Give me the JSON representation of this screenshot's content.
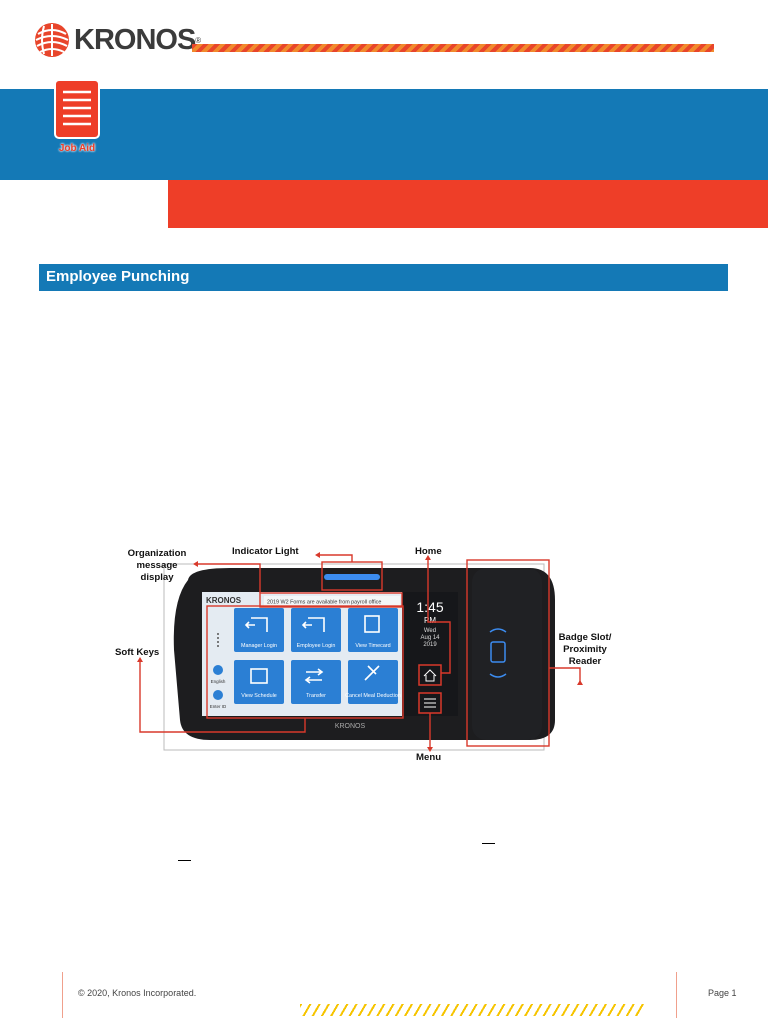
{
  "header": {
    "brand": "KRONOS",
    "brand_mark": "®",
    "job_aid_label": "Job Aid"
  },
  "section": {
    "title": "Employee Punching"
  },
  "diagram": {
    "callouts": {
      "org_message": "Organization message display",
      "indicator_light": "Indicator Light",
      "home": "Home",
      "soft_keys": "Soft Keys",
      "badge_slot": "Badge Slot/ Proximity Reader",
      "menu": "Menu"
    },
    "device": {
      "screen_brand": "KRONOS",
      "bezel_brand": "KRONOS",
      "message": "2019 W2 Forms are available from payroll office",
      "time": "1:45",
      "ampm": "PM",
      "day": "Wed",
      "date": "Aug 14",
      "year": "2019",
      "side_buttons": [
        "English",
        "Enter ID"
      ],
      "soft_keys": [
        "Manager Login",
        "Employee Login",
        "View Timecard",
        "View Schedule",
        "Transfer",
        "Cancel Meal Deduction"
      ]
    },
    "colors": {
      "callout_red": "#d8392b",
      "tile_blue": "#2b7fd4",
      "screen_bg": "#d8e2ec"
    }
  },
  "footer": {
    "copyright": "© 2020, Kronos Incorporated.",
    "page": "Page 1"
  }
}
